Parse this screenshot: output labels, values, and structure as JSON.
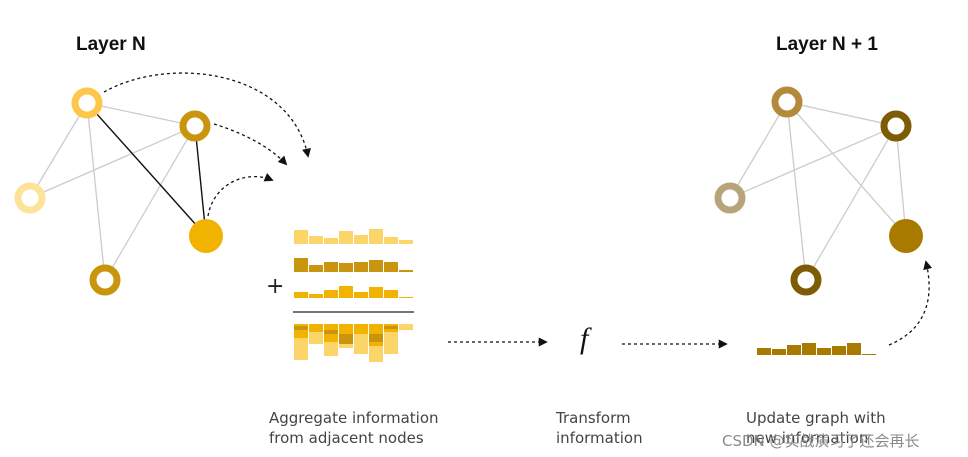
{
  "labels": {
    "layer_n": "Layer N",
    "layer_n1": "Layer N + 1",
    "plus": "+",
    "function": "f",
    "aggregate": "Aggregate information\nfrom adjacent nodes",
    "transform": "Transform\ninformation",
    "update": "Update graph with\nnew information",
    "watermark": "CSDN @实战演习了还会再长"
  },
  "colors": {
    "light_yellow": "#fde39a",
    "yellow": "#fcc84a",
    "gold": "#f2b200",
    "dark_gold": "#c9950e",
    "olive": "#b3893a",
    "brown": "#7e5c06",
    "tan": "#b8a47a",
    "dark_olive": "#a87a00",
    "edge": "#cccccc"
  }
}
